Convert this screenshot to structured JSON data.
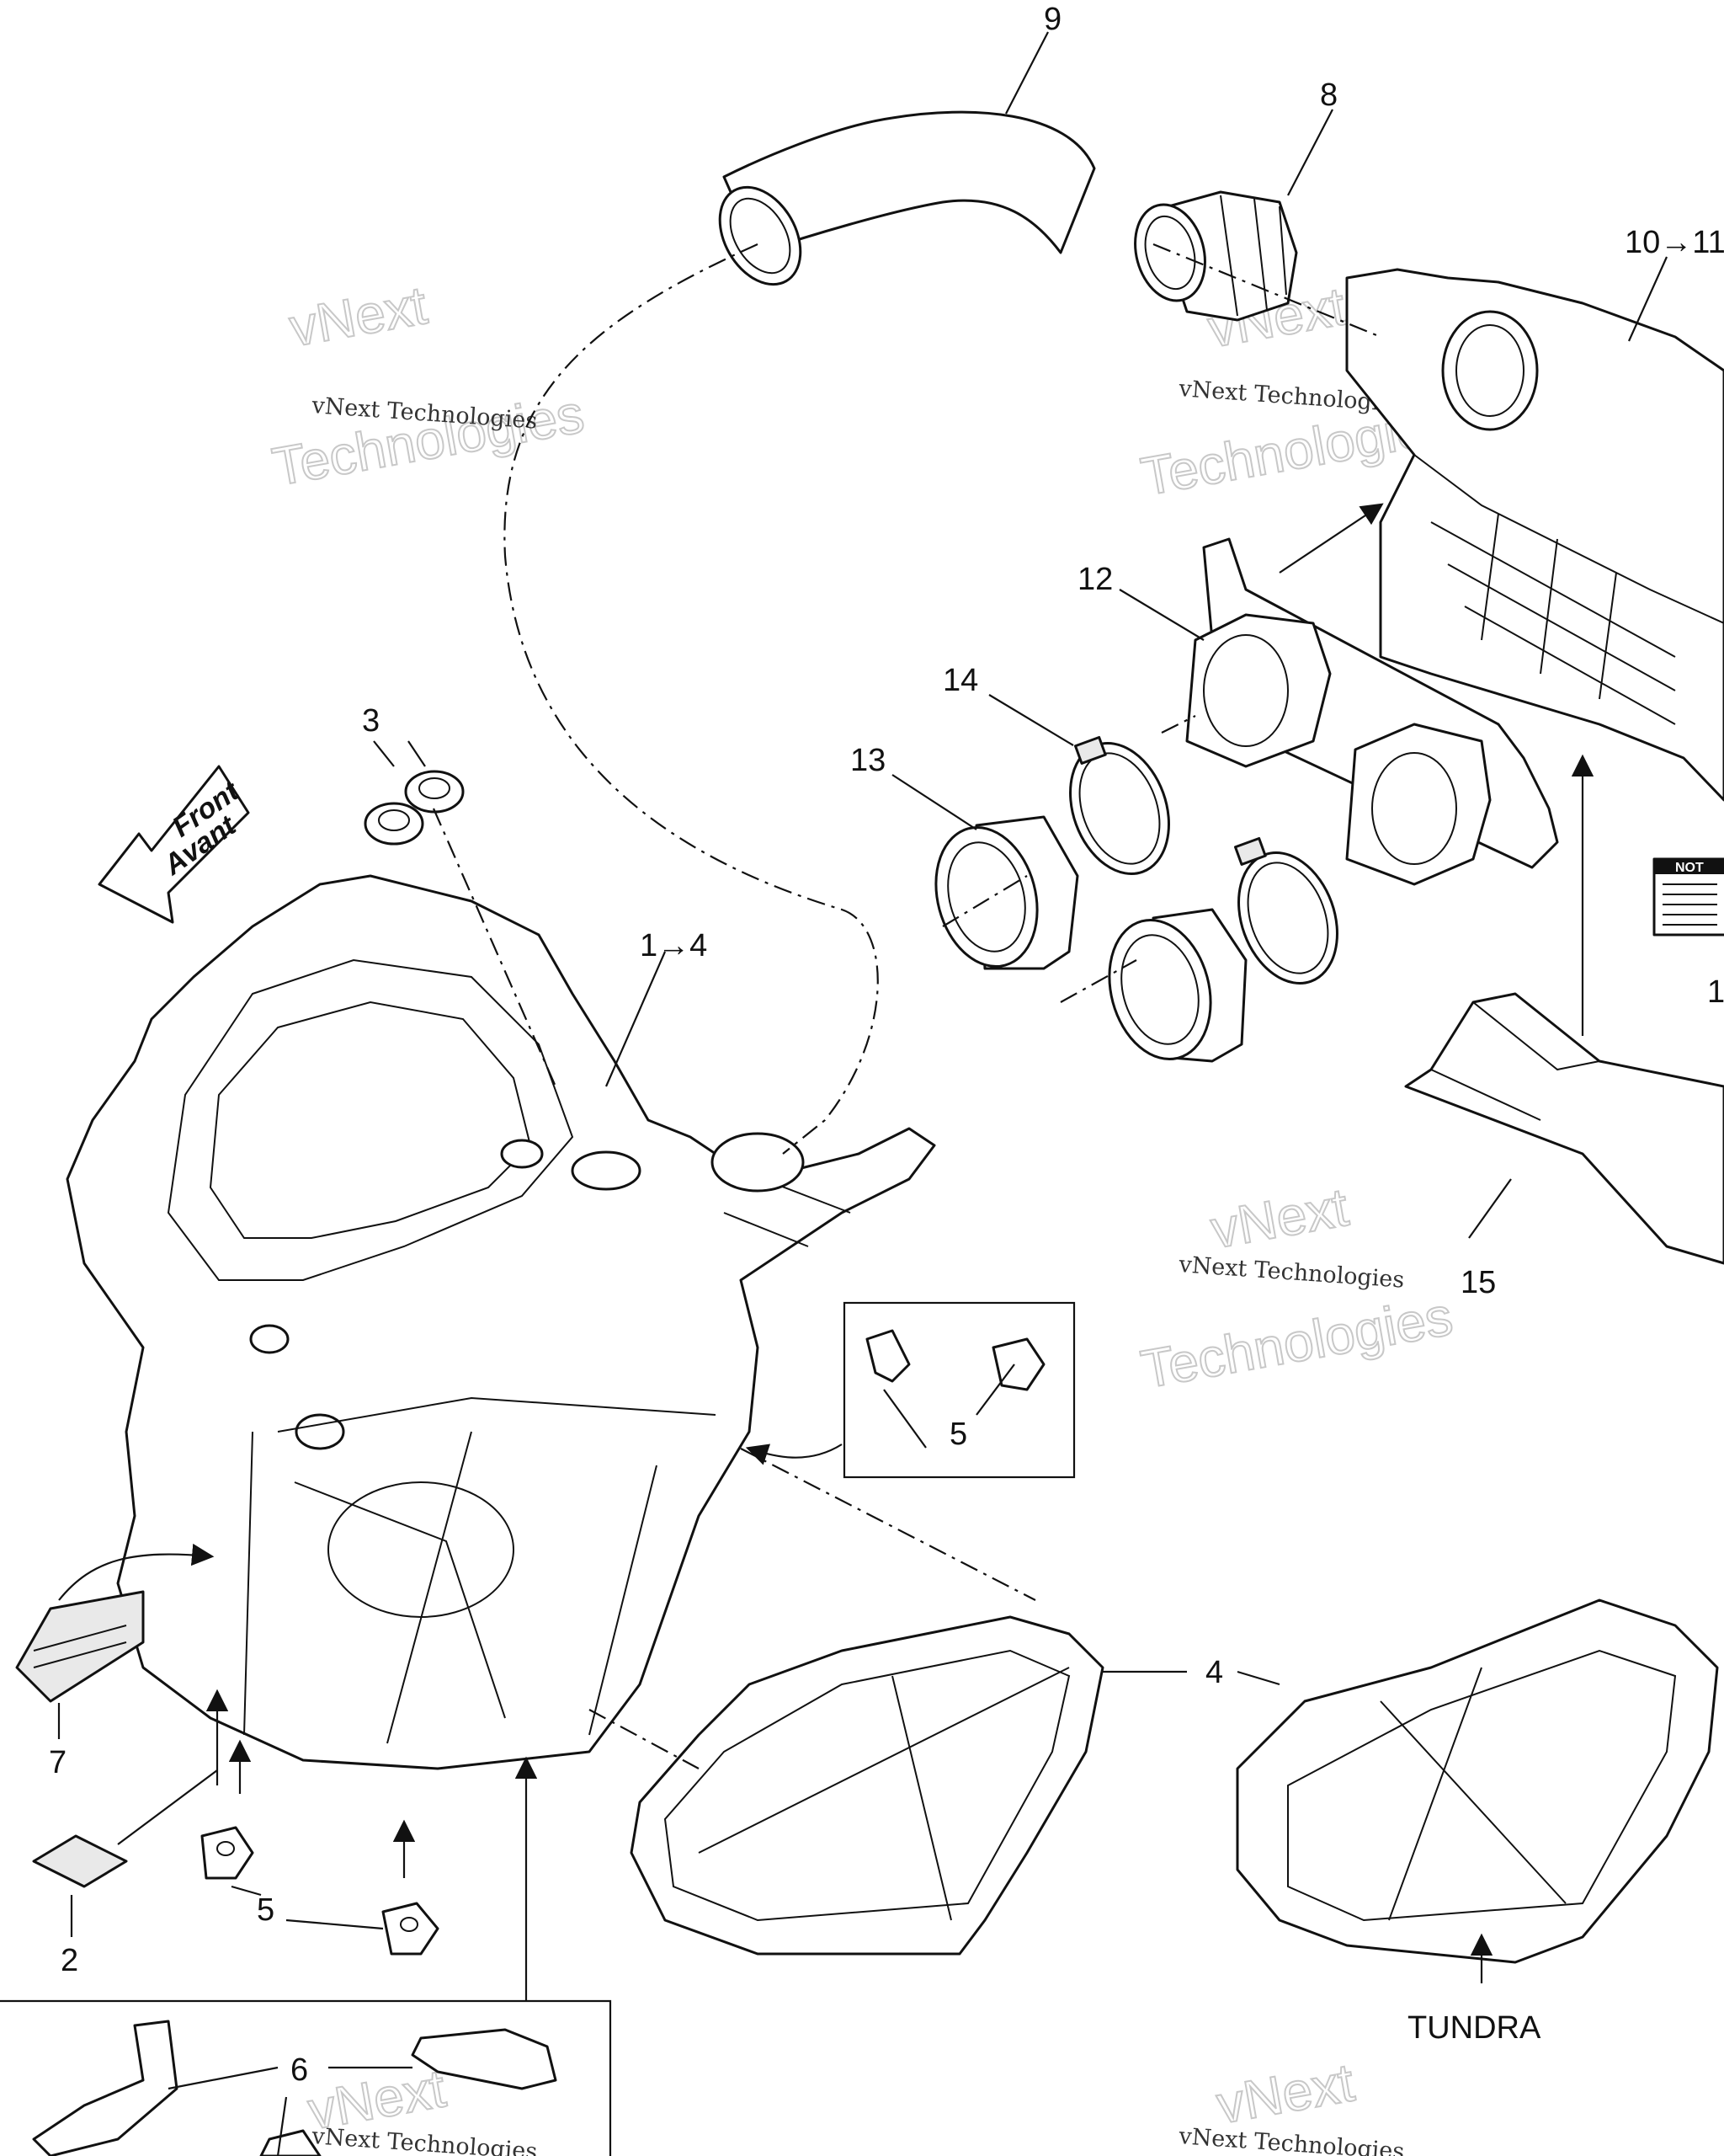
{
  "callouts": {
    "c9": "9",
    "c8": "8",
    "c10": "10→11",
    "c12": "12",
    "c14": "14",
    "c13": "13",
    "c3": "3",
    "c1": "1→4",
    "c5a": "5",
    "c15": "15",
    "c4": "4",
    "c7": "7",
    "c2": "2",
    "c5b": "5",
    "c6": "6",
    "c1edge": "1"
  },
  "front_arrow": {
    "line1": "Front",
    "line2": "Avant"
  },
  "variant_label": "TUNDRA",
  "watermark": {
    "small": "vNext Technologies",
    "big_line1": "vNext",
    "big_line2": "Technologies"
  },
  "notice_label": {
    "heading": "NOT"
  }
}
